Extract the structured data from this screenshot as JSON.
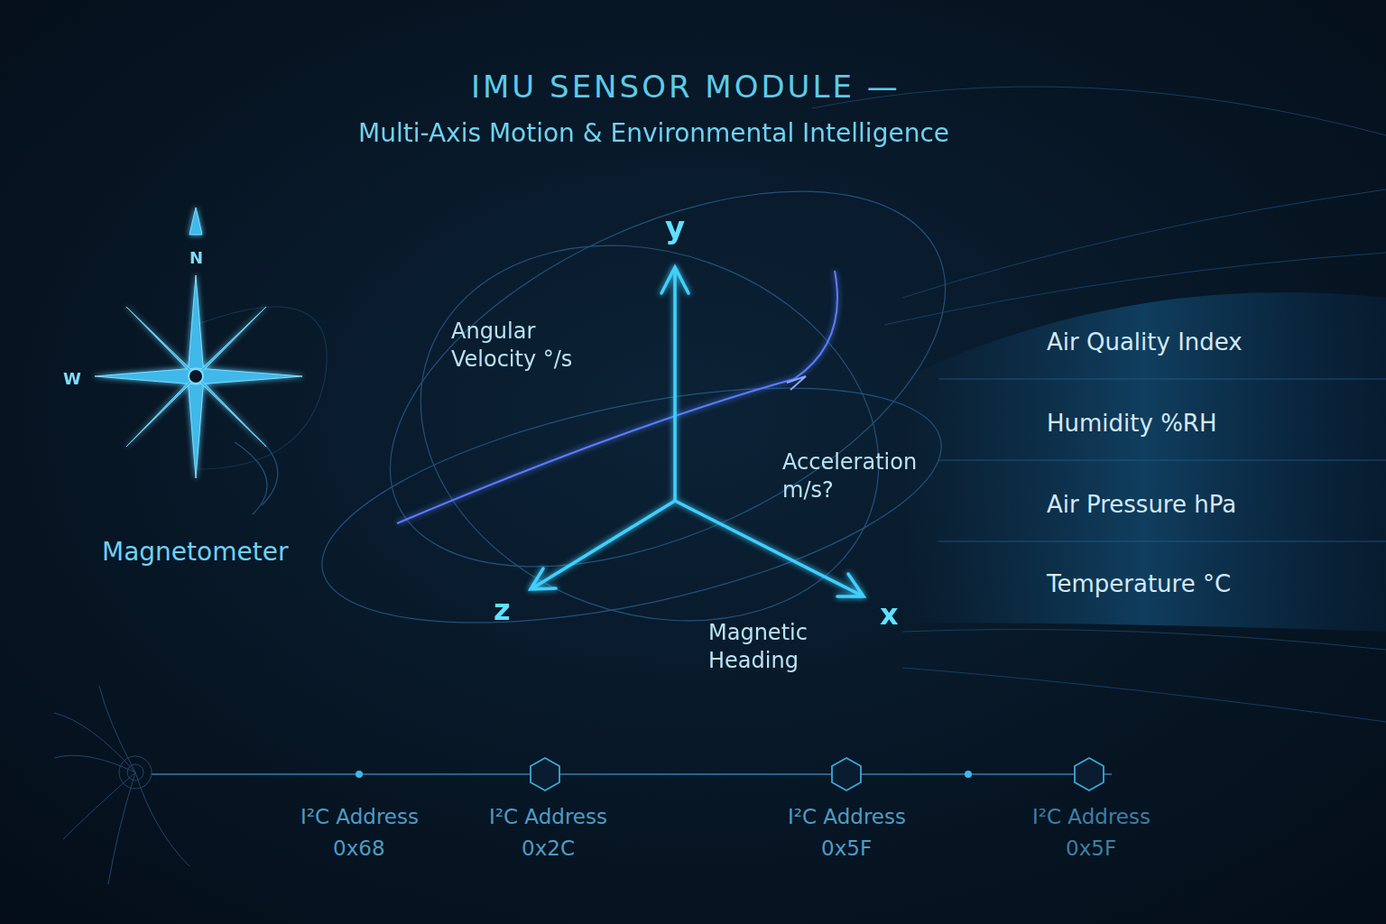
{
  "diagram": {
    "title": "IMU SENSOR MODULE —",
    "nodes": [
      {
        "text": [
          "Air Quality Index"
        ]
      },
      {
        "text": [
          "Humidity %RH"
        ]
      },
      {
        "text": [
          "Air Pressure hPa"
        ]
      },
      {
        "text": [
          "Temperature °C"
        ]
      }
    ],
    "labels": [
      "Multi-Axis Motion & Environmental Intelligence",
      "N",
      "W",
      "Magnetometer",
      "y",
      "z",
      "x",
      "Angular Velocity °/s",
      "Acceleration m/s?",
      "Magnetic Heading",
      "I²C Address",
      "0x68",
      "I²C Address",
      "0x2C",
      "I²C Address",
      "0x5F",
      "I²C Address",
      "0x5F"
    ]
  }
}
